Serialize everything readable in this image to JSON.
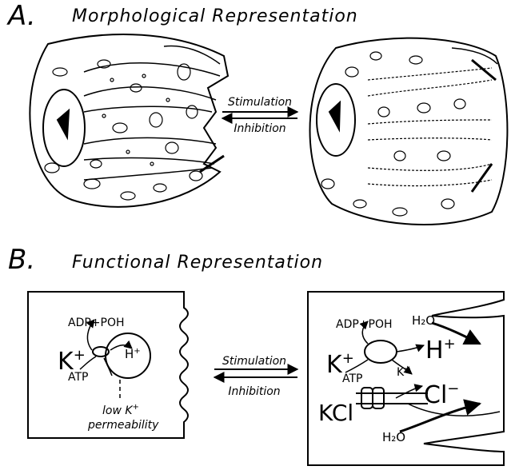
{
  "section_a": {
    "letter": "A.",
    "title": "Morphological Representation",
    "arrow_top": "Stimulation",
    "arrow_bottom": "Inhibition"
  },
  "section_b": {
    "letter": "B.",
    "title": "Functional Representation",
    "arrow_top": "Stimulation",
    "arrow_bottom": "Inhibition",
    "left_cell": {
      "adp": "ADP+POH",
      "k": "K",
      "k_sup": "+",
      "h": "H",
      "h_sup": "+",
      "atp": "ATP",
      "perm_line1": "low K",
      "perm_line1_sup": "+",
      "perm_line2": "permeability"
    },
    "right_cell": {
      "adp": "ADP+POH",
      "h2o_top": "H₂O",
      "k": "K",
      "k_sup": "+",
      "h": "H",
      "h_sup": "+",
      "atp": "ATP",
      "k_small": "K",
      "k_small_sup": "+",
      "cl": "Cl",
      "cl_sup": "−",
      "kcl": "KCl",
      "h2o_bottom": "H₂O"
    }
  }
}
